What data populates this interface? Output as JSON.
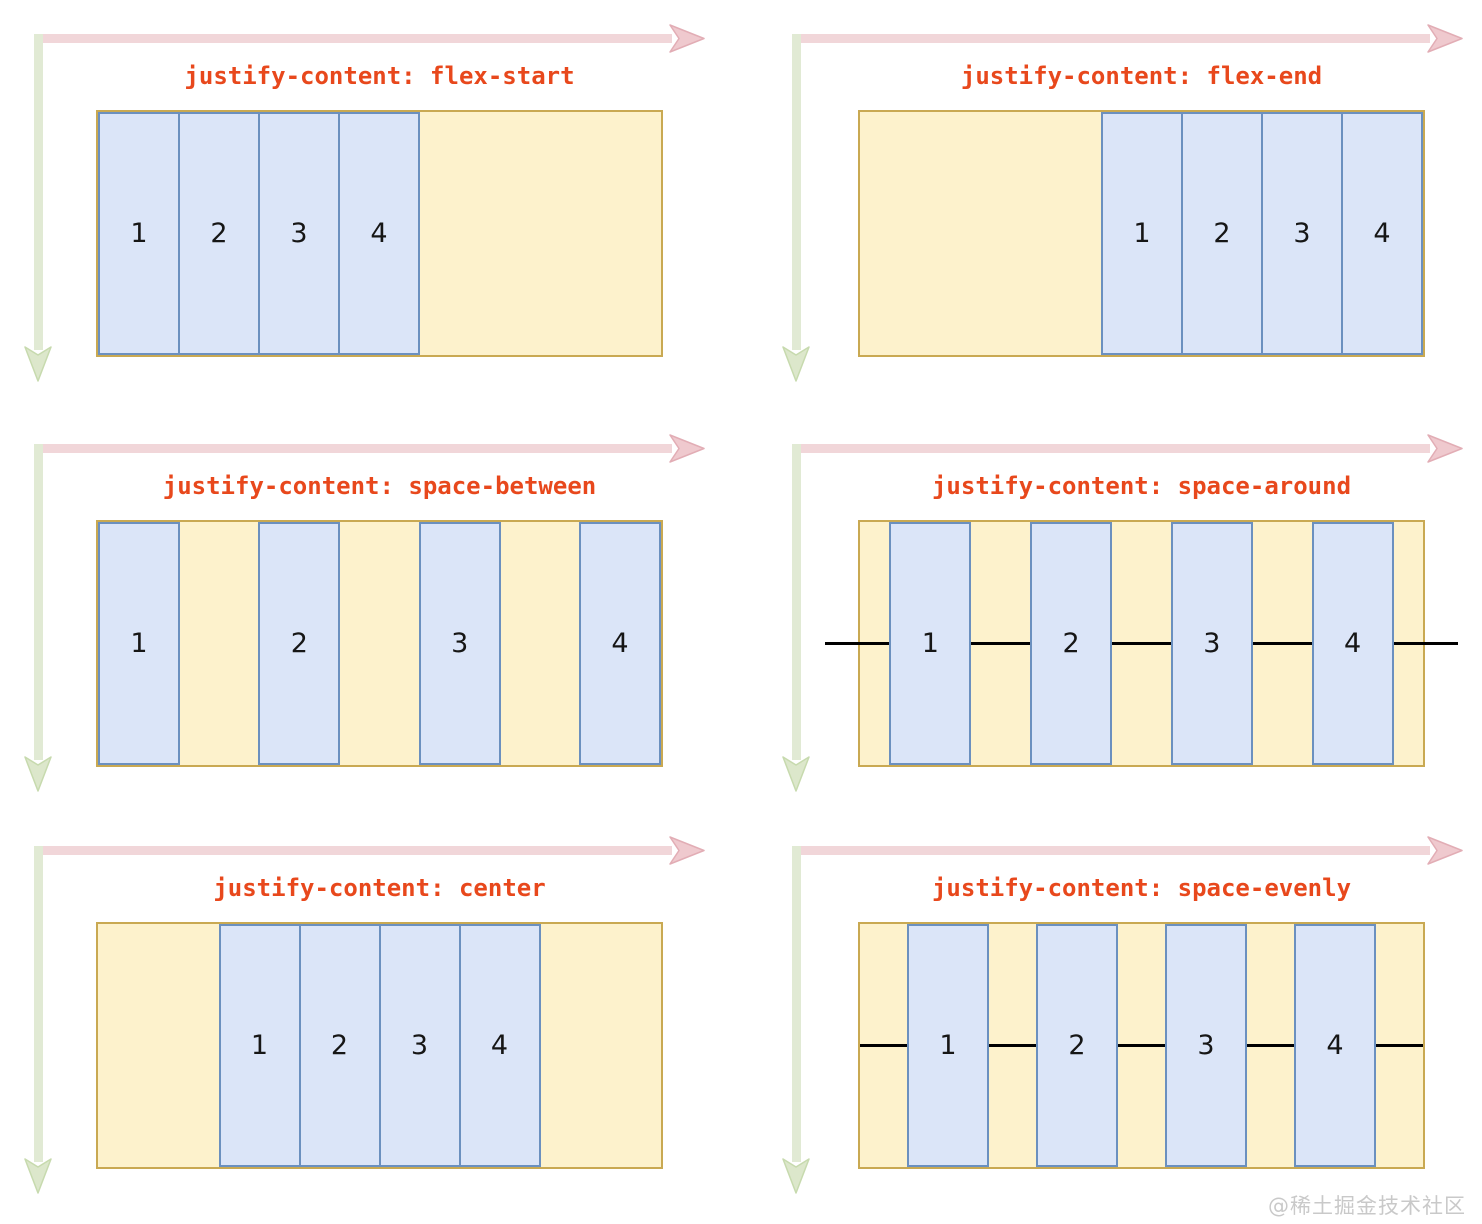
{
  "watermark": "@稀土掘金技术社区",
  "diagram": {
    "item_labels": [
      "1",
      "2",
      "3",
      "4"
    ],
    "panels": [
      {
        "mode": "flex-start",
        "title": "justify-content: flex-start",
        "has_space_lines": false
      },
      {
        "mode": "flex-end",
        "title": "justify-content: flex-end",
        "has_space_lines": false
      },
      {
        "mode": "space-between",
        "title": "justify-content: space-between",
        "has_space_lines": false
      },
      {
        "mode": "space-around",
        "title": "justify-content: space-around",
        "has_space_lines": true
      },
      {
        "mode": "center",
        "title": "justify-content: center",
        "has_space_lines": false
      },
      {
        "mode": "space-evenly",
        "title": "justify-content: space-evenly",
        "has_space_lines": true
      }
    ],
    "colors": {
      "title_text": "#E8481C",
      "container_fill": "#FDF2CC",
      "container_border": "#C9A952",
      "item_fill": "#DBE5F8",
      "item_border": "#6B90BF",
      "item_number": "#161616",
      "main_axis_arrow_shaft": "#F1D6D9",
      "main_axis_arrow_head": "#EFC9CE",
      "main_axis_arrow_head_edge": "#E2ADB5",
      "cross_axis_arrow_shaft": "#E1EAD4",
      "cross_axis_arrow_head": "#DCE7CB",
      "cross_axis_arrow_head_edge": "#C7DAAE",
      "space_line": "#000000"
    }
  }
}
